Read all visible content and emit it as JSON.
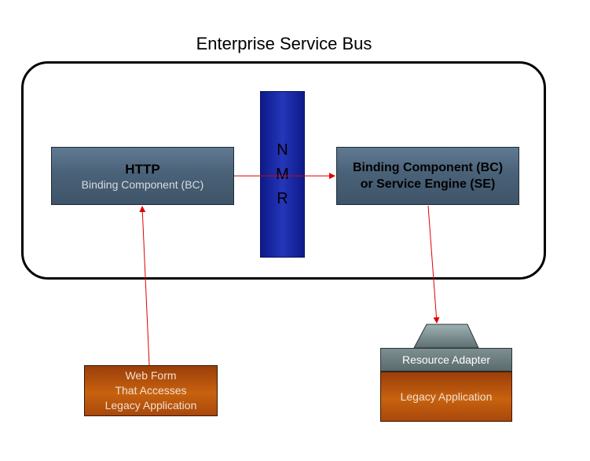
{
  "diagram": {
    "title": "Enterprise Service Bus",
    "nodes": {
      "http_bc": {
        "title": "HTTP",
        "subtitle": "Binding Component (BC)"
      },
      "nmr": {
        "letters": [
          "N",
          "M",
          "R"
        ]
      },
      "target_component": {
        "line1": "Binding Component (BC)",
        "line2": "or Service Engine (SE)"
      },
      "web_form": {
        "lines": [
          "Web Form",
          "That Accesses",
          "Legacy Application"
        ]
      },
      "resource_adapter": {
        "label": "Resource Adapter"
      },
      "legacy_application": {
        "label": "Legacy Application"
      }
    },
    "colors": {
      "arrow": "#e00000",
      "bc_box": "#4a6278",
      "nmr": "#1a2aa8",
      "legacy": "#c05a0e",
      "adapter": "#6a7c7e"
    }
  }
}
